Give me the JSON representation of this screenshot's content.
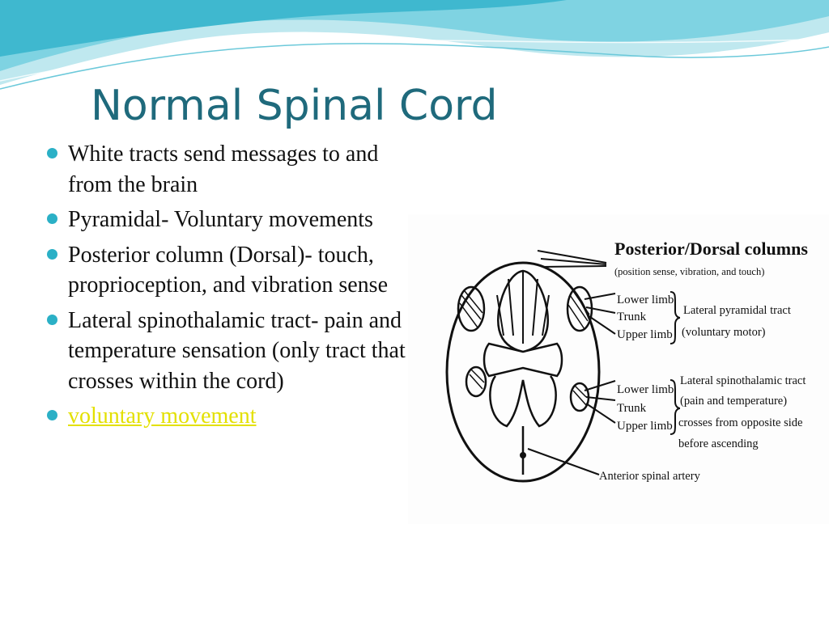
{
  "slide": {
    "title": "Normal Spinal Cord",
    "bullets": [
      "White tracts send messages to and from the brain",
      "Pyramidal- Voluntary movements",
      "Posterior column (Dorsal)- touch, proprioception, and vibration sense",
      "Lateral spinothalamic tract- pain and temperature sensation (only tract that crosses within the cord)"
    ],
    "link_text": "voluntary movement"
  },
  "diagram": {
    "posterior_title": "Posterior/Dorsal columns",
    "posterior_sub": "(position sense, vibration, and touch)",
    "lower_limb": "Lower limb",
    "trunk": "Trunk",
    "upper_limb": "Upper limb",
    "lat_pyr_1": "Lateral pyramidal tract",
    "lat_pyr_2": "(voluntary motor)",
    "lat_spino_1": "Lateral spinothalamic tract",
    "lat_spino_2": "(pain and temperature)",
    "lat_spino_3": "crosses from opposite side",
    "lat_spino_4": "before ascending",
    "anterior_artery": "Anterior spinal artery"
  },
  "colors": {
    "title": "#1f6a7c",
    "bullet": "#2bb0c6",
    "link": "#e3e000",
    "wave_light": "#bfe8ef",
    "wave_mid": "#7fd3e2",
    "wave_dark": "#3fb8cf"
  }
}
